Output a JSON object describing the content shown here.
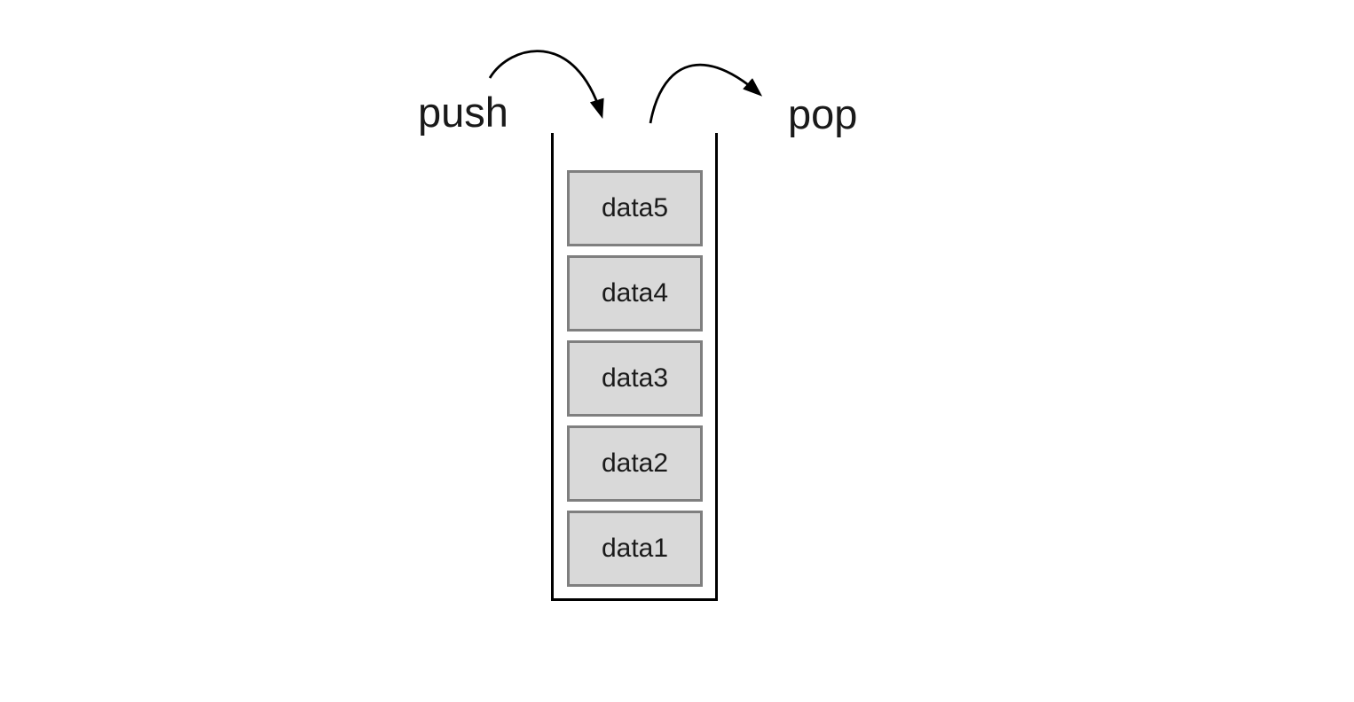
{
  "diagram": {
    "operations": {
      "push_label": "push",
      "pop_label": "pop"
    },
    "stack": {
      "items": [
        {
          "label": "data5"
        },
        {
          "label": "data4"
        },
        {
          "label": "data3"
        },
        {
          "label": "data2"
        },
        {
          "label": "data1"
        }
      ]
    }
  },
  "colors": {
    "box-fill": "#d9d9d9",
    "box-border": "#7f7f7f",
    "line": "#000000",
    "text": "#1a1a1a",
    "background": "#ffffff"
  }
}
